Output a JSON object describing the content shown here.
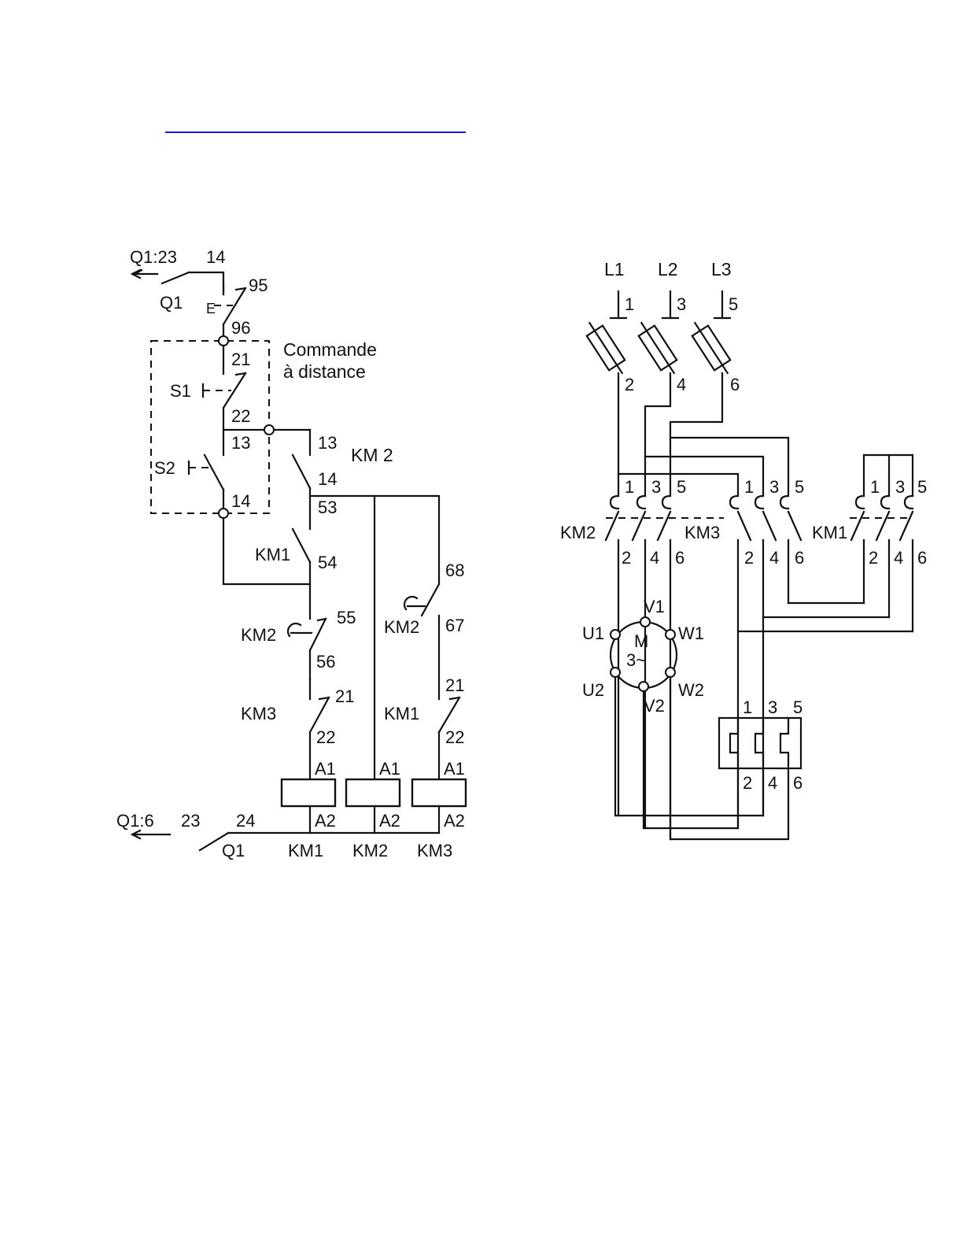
{
  "header": {
    "link_line_color": "#1a1ae0"
  },
  "control": {
    "q1_top": "Q1:23",
    "q1_top_14": "14",
    "q1_label": "Q1",
    "t95": "95",
    "t96": "96",
    "e_mark": "E",
    "remote_line1": "Commande",
    "remote_line2": "à distance",
    "s1": "S1",
    "s1_21": "21",
    "s1_22": "22",
    "s2": "S2",
    "s2_13": "13",
    "s2_14": "14",
    "km2_13": "13",
    "km2_14": "14",
    "km2_label": "KM 2",
    "km1_53": "53",
    "km1_54": "54",
    "km1_label": "KM1",
    "km2_55": "55",
    "km2_56": "56",
    "km2_label_b": "KM2",
    "km3_21": "21",
    "km3_22": "22",
    "km3_label": "KM3",
    "km2_68": "68",
    "km2_67": "67",
    "km2_label_c": "KM2",
    "km1_21": "21",
    "km1_22": "22",
    "km1_label_b": "KM1",
    "a1_1": "A1",
    "a1_2": "A1",
    "a1_3": "A1",
    "a2_1": "A2",
    "a2_2": "A2",
    "a2_3": "A2",
    "q1_bot": "Q1:6",
    "q1_bot_23": "23",
    "q1_bot_24": "24",
    "q1_bot_label": "Q1",
    "coil1": "KM1",
    "coil2": "KM2",
    "coil3": "KM3"
  },
  "power": {
    "l1": "L1",
    "l2": "L2",
    "l3": "L3",
    "s_1": "1",
    "s_3": "3",
    "s_5": "5",
    "f_2": "2",
    "f_4": "4",
    "f_6": "6",
    "km2_label": "KM2",
    "km3_label": "KM3",
    "km1_label": "KM1",
    "km2_in": [
      "1",
      "3",
      "5"
    ],
    "km3_in": [
      "1",
      "3",
      "5"
    ],
    "km1_in": [
      "1",
      "3",
      "5"
    ],
    "km2_out": [
      "2",
      "4",
      "6"
    ],
    "km3_out": [
      "2",
      "4",
      "6"
    ],
    "km1_out": [
      "2",
      "4",
      "6"
    ],
    "motor_m": "M",
    "motor_3": "3~",
    "u1": "U1",
    "v1": "V1",
    "w1": "W1",
    "u2": "U2",
    "v2": "V2",
    "w2": "W2",
    "ol_in": [
      "1",
      "3",
      "5"
    ],
    "ol_out": [
      "2",
      "4",
      "6"
    ]
  }
}
